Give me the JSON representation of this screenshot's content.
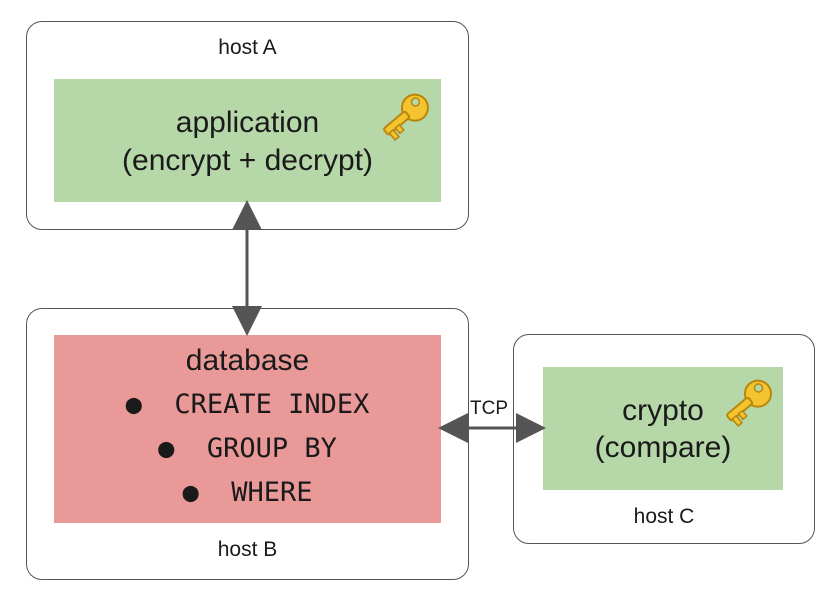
{
  "hostA": {
    "label": "host A",
    "panel": {
      "line1": "application",
      "line2": "(encrypt + decrypt)"
    }
  },
  "hostB": {
    "label": "host B",
    "panel": {
      "title": "database",
      "items": [
        "CREATE INDEX",
        "GROUP BY",
        "WHERE"
      ]
    }
  },
  "hostC": {
    "label": "host C",
    "panel": {
      "line1": "crypto",
      "line2": "(compare)"
    }
  },
  "connection": {
    "label": "TCP"
  },
  "icons": {
    "key": "key-icon"
  },
  "colors": {
    "green_panel": "#b6d7a8",
    "red_panel": "#ea9999",
    "arrow": "#555555",
    "key_gold": "#f4c430"
  }
}
